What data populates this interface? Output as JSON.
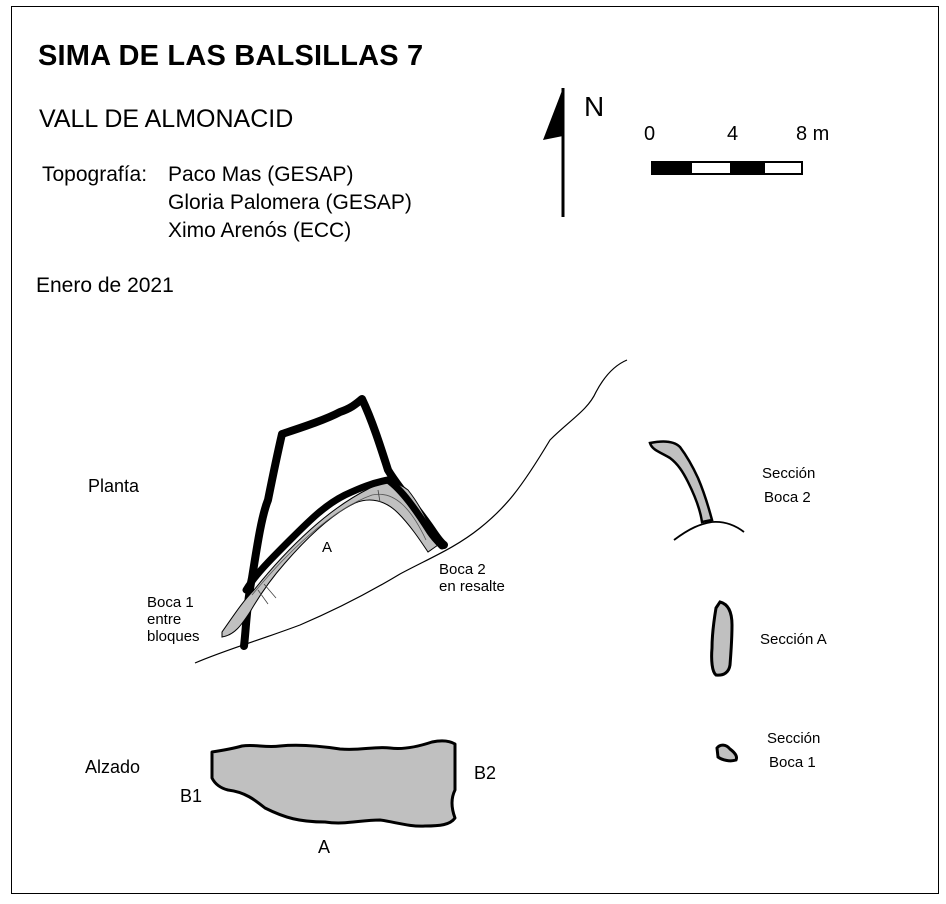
{
  "header": {
    "title": "SIMA DE LAS BALSILLAS 7",
    "location": "VALL DE ALMONACID",
    "topography_label": "Topografía:",
    "surveyors": [
      "Paco Mas (GESAP)",
      "Gloria Palomera (GESAP)",
      "Ximo Arenós (ECC)"
    ],
    "date": "Enero de 2021"
  },
  "north": {
    "label": "N"
  },
  "scale": {
    "ticks": [
      "0",
      "4",
      "8 m"
    ]
  },
  "plan": {
    "label": "Planta",
    "entrance_1": [
      "Boca 1",
      "entre",
      "bloques"
    ],
    "entrance_2": [
      "Boca 2",
      "en resalte"
    ],
    "section_mark": "A"
  },
  "elevation": {
    "label": "Alzado",
    "b1": "B1",
    "b2": "B2",
    "section_mark": "A"
  },
  "sections": {
    "boca2": [
      "Sección",
      "Boca 2"
    ],
    "a": "Sección A",
    "boca1": [
      "Sección",
      "Boca 1"
    ]
  },
  "colors": {
    "fill": "#c0c0c0",
    "line": "#000000"
  }
}
